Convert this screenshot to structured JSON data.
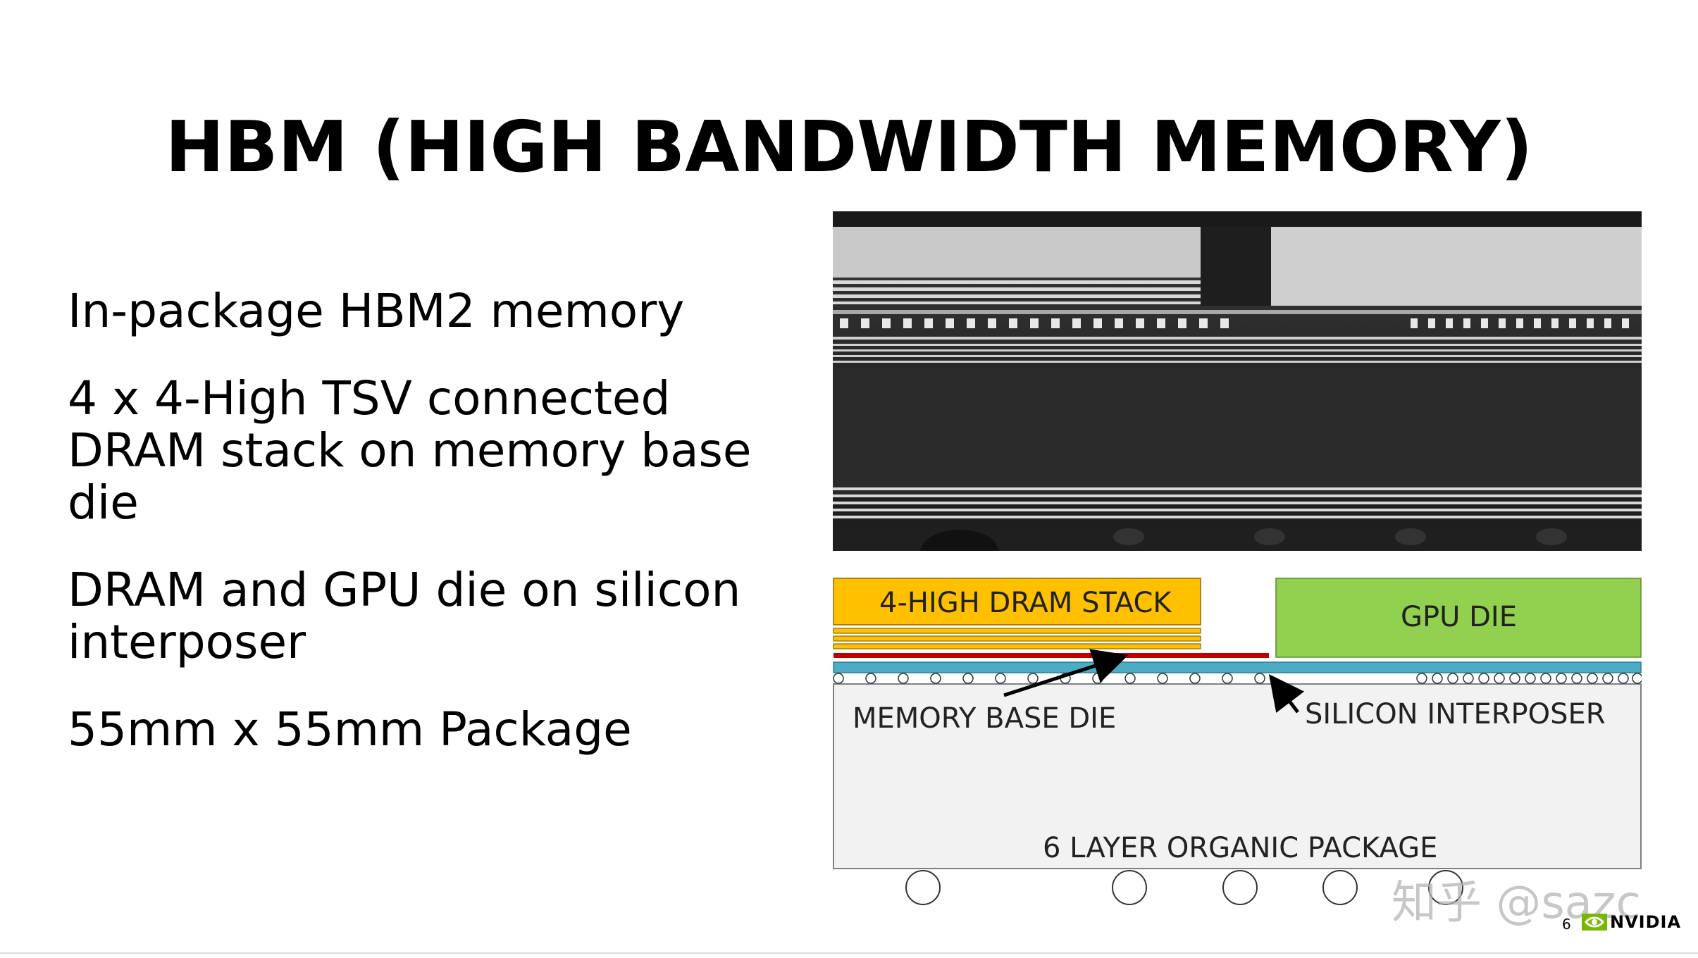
{
  "slide": {
    "title": "HBM (HIGH BANDWIDTH MEMORY)",
    "bullets": [
      "In-package HBM2 memory",
      "4 x 4-High TSV connected DRAM stack on memory base die",
      "DRAM and GPU die on silicon interposer",
      "55mm x 55mm Package"
    ],
    "page_number": "6"
  },
  "diagram": {
    "dram_stack_label": "4-HIGH DRAM STACK",
    "gpu_die_label": "GPU DIE",
    "memory_base_die_label": "MEMORY BASE DIE",
    "silicon_interposer_label": "SILICON INTERPOSER",
    "package_label": "6 LAYER ORGANIC PACKAGE",
    "colors": {
      "dram_stack": "#FFC000",
      "gpu_die": "#92D050",
      "memory_base_die": "#C00000",
      "silicon_interposer": "#4BACC6",
      "package": "#F2F2F2"
    }
  },
  "brand": {
    "logo_text": "NVIDIA",
    "watermark": "知乎 @sazc"
  }
}
